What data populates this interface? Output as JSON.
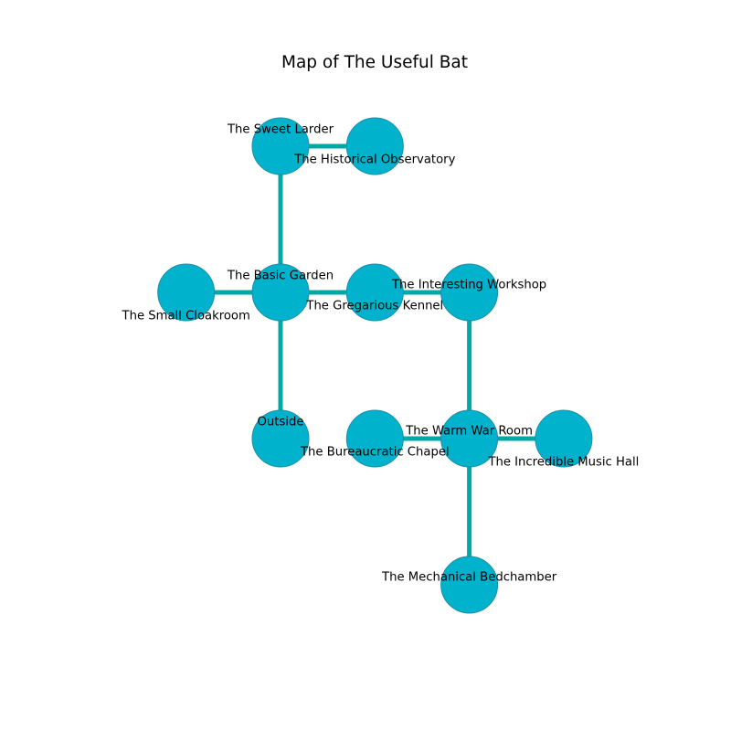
{
  "title": "Map of The Useful Bat",
  "colors": {
    "node_fill": "#00b2cc",
    "edge": "#00a8a8",
    "text": "#000000"
  },
  "rooms": [
    {
      "id": "sweet-larder",
      "name": "The Sweet Larder",
      "col": 0,
      "row": 0
    },
    {
      "id": "historical-observatory",
      "name": "The Historical Observatory",
      "col": 1,
      "row": 0
    },
    {
      "id": "small-cloakroom",
      "name": "The Small Cloakroom",
      "col": -1,
      "row": 1
    },
    {
      "id": "basic-garden",
      "name": "The Basic Garden",
      "col": 0,
      "row": 1
    },
    {
      "id": "gregarious-kennel",
      "name": "The Gregarious Kennel",
      "col": 1,
      "row": 1
    },
    {
      "id": "interesting-workshop",
      "name": "The Interesting Workshop",
      "col": 2,
      "row": 1
    },
    {
      "id": "outside",
      "name": "Outside",
      "col": 0,
      "row": 2
    },
    {
      "id": "bureaucratic-chapel",
      "name": "The Bureaucratic Chapel",
      "col": 1,
      "row": 2
    },
    {
      "id": "warm-war-room",
      "name": "The Warm War Room",
      "col": 2,
      "row": 2
    },
    {
      "id": "incredible-music-hall",
      "name": "The Incredible Music Hall",
      "col": 3,
      "row": 2
    },
    {
      "id": "mechanical-bedchamber",
      "name": "The Mechanical Bedchamber",
      "col": 2,
      "row": 3
    }
  ],
  "connections": [
    [
      "sweet-larder",
      "historical-observatory"
    ],
    [
      "sweet-larder",
      "basic-garden"
    ],
    [
      "small-cloakroom",
      "basic-garden"
    ],
    [
      "basic-garden",
      "gregarious-kennel"
    ],
    [
      "gregarious-kennel",
      "interesting-workshop"
    ],
    [
      "basic-garden",
      "outside"
    ],
    [
      "interesting-workshop",
      "warm-war-room"
    ],
    [
      "bureaucratic-chapel",
      "warm-war-room"
    ],
    [
      "warm-war-room",
      "incredible-music-hall"
    ],
    [
      "warm-war-room",
      "mechanical-bedchamber"
    ]
  ]
}
